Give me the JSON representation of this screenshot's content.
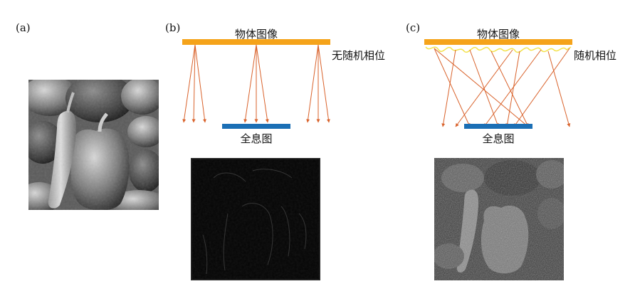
{
  "panels": [
    {
      "label": "(a)"
    },
    {
      "label": "(b)",
      "object_label": "物体图像",
      "phase_label": "无随机相位",
      "hologram_label": "全息图"
    },
    {
      "label": "(c)",
      "object_label": "物体图像",
      "phase_label": "随机相位",
      "hologram_label": "全息图"
    }
  ],
  "colors": {
    "object_bar": "#f5a31a",
    "hologram_bar": "#1b6fb5",
    "ray": "#d9622b",
    "random_phase_line": "#f3e24a"
  },
  "images": {
    "a": "peppers-grayscale-image",
    "b": "dark-hologram-reconstruction",
    "c": "noisy-speckle-reconstruction"
  }
}
